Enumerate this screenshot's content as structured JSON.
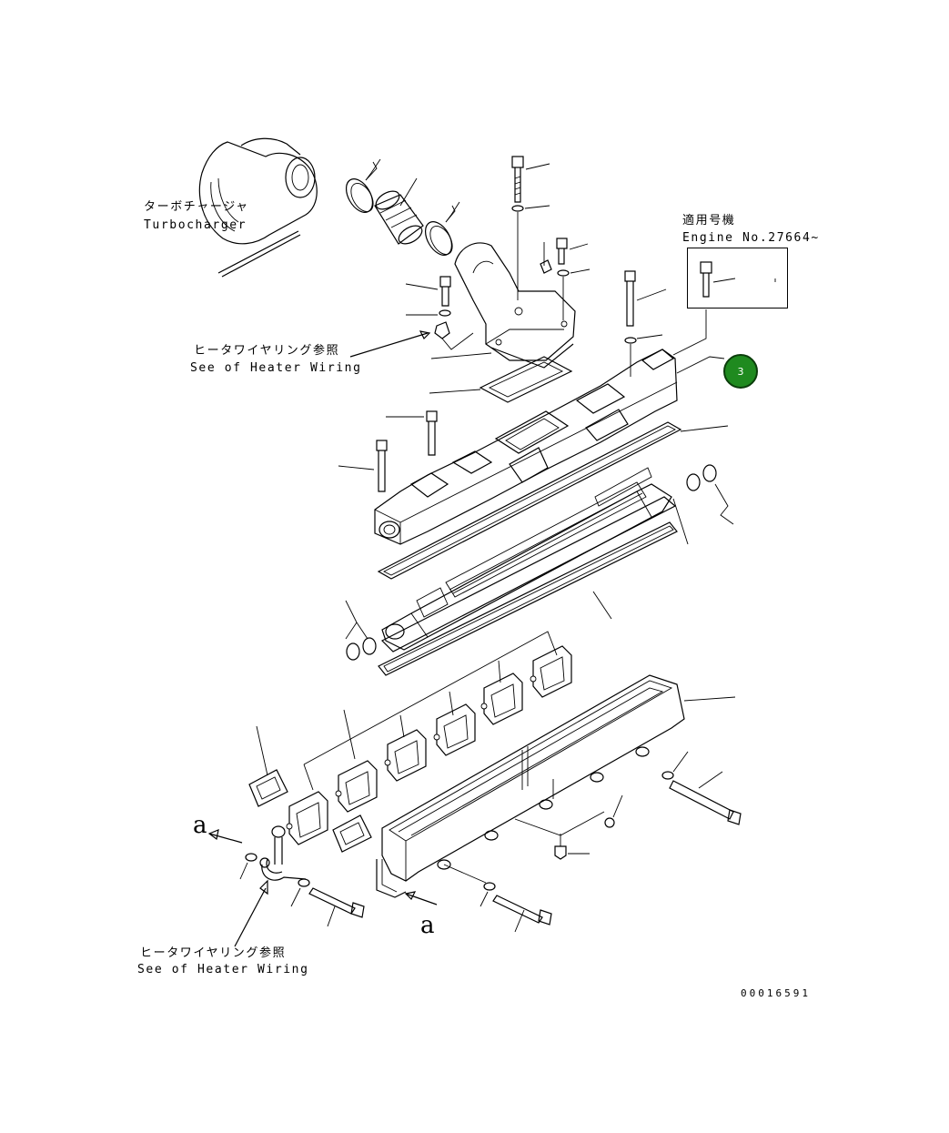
{
  "labels": {
    "turbocharger_jp": "ターボチャージャ",
    "turbocharger_en": "Turbocharger",
    "heater_wiring_jp_1": "ヒータワイヤリング参照",
    "heater_wiring_en_1": "See of Heater Wiring",
    "heater_wiring_jp_2": "ヒータワイヤリング参照",
    "heater_wiring_en_2": "See of Heater Wiring",
    "applicable_jp": "適用号機",
    "applicable_en": "Engine No.27664~",
    "ref_a_1": "a",
    "ref_a_2": "a",
    "drawing_number": "00016591"
  },
  "callout": {
    "number": "3",
    "color": "#1f8a1f"
  }
}
